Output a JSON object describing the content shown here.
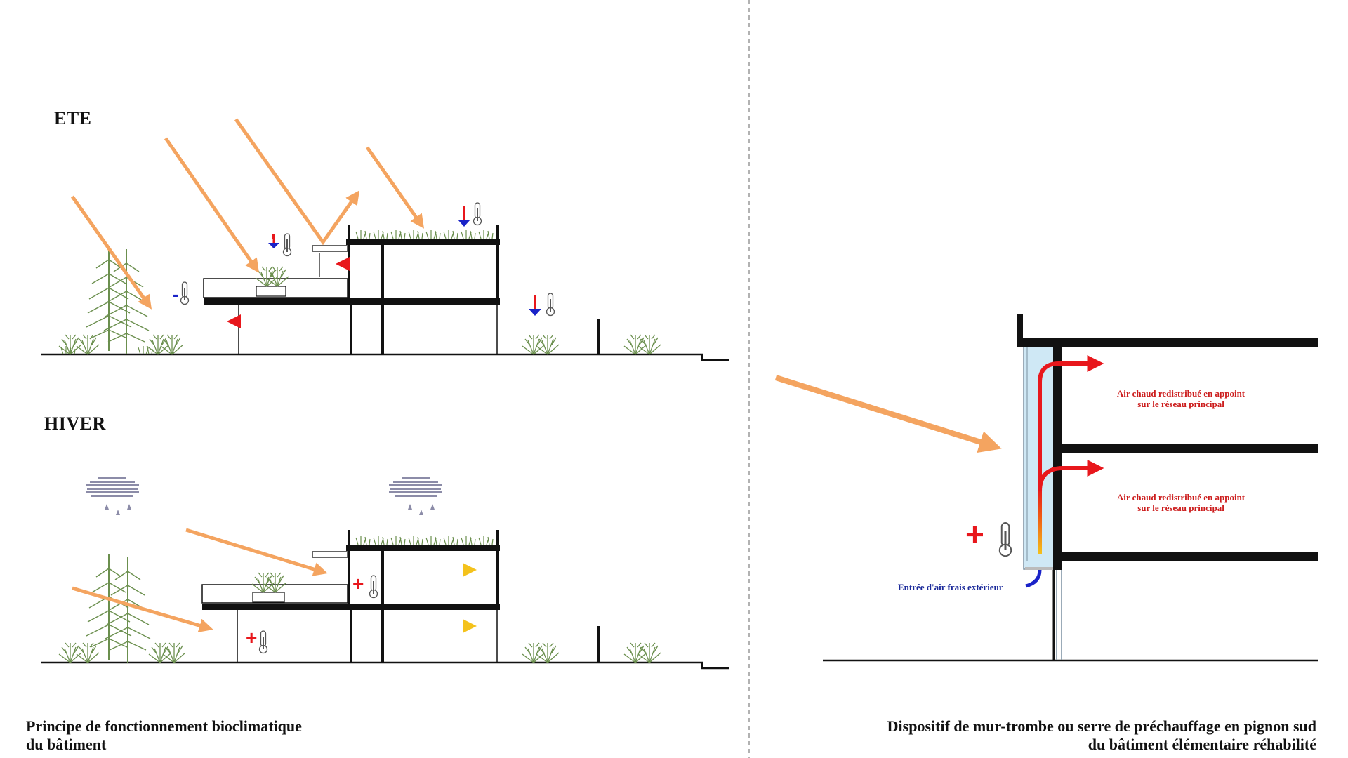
{
  "panels": {
    "left": {
      "summer_label": "ETE",
      "winter_label": "HIVER",
      "minus_sign": "-",
      "plus_sign": "+",
      "caption_line1": "Principe de fonctionnement bioclimatique",
      "caption_line2": "du bâtiment"
    },
    "right": {
      "note_top_line1": "Air chaud redistribué en appoint",
      "note_top_line2": "sur le réseau principal",
      "note_mid_line1": "Air chaud redistribué en appoint",
      "note_mid_line2": "sur le réseau principal",
      "inlet_label": "Entrée d'air frais extérieur",
      "plus_sign": "+",
      "caption_line1": "Dispositif de mur-trombe ou serre de préchauffage en pignon sud",
      "caption_line2": "du bâtiment élémentaire réhabilité"
    }
  },
  "colors": {
    "sun_arrow": "#f4a460",
    "hot": "#e8171c",
    "warm": "#f05a14",
    "mild": "#f4c21c",
    "cold": "#1a23c8",
    "structure": "#111111",
    "vegetation": "#6b8f4e",
    "cloud": "#8c8ca8",
    "glass": "#cfe8f5"
  },
  "icons": [
    "thermometer-icon",
    "cloud-icon",
    "sun-ray-arrow",
    "airflow-arrow",
    "tree-icon"
  ]
}
